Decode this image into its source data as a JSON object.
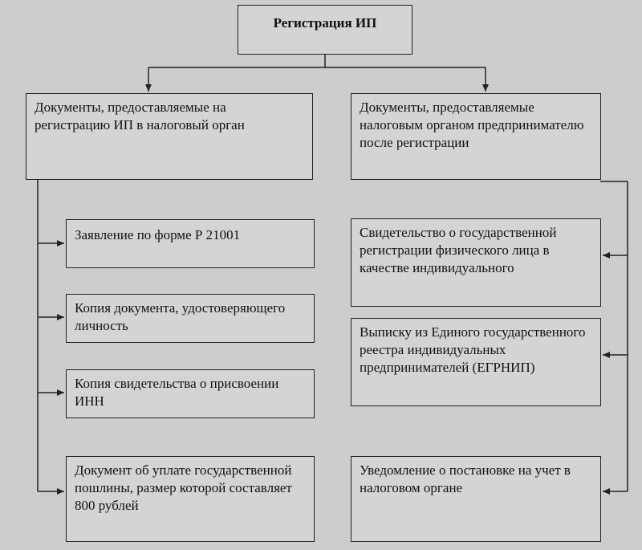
{
  "title": "Регистрация ИП",
  "left_header": "Документы, предоставляемые на регистрацию ИП в налоговый орган",
  "right_header": "Документы, предоставляемые налоговым органом предпринимателю после регистрации",
  "left_items": [
    "Заявление по форме Р 21001",
    "Копия документа, удостоверяющего личность",
    "Копия свидетельства о присвоении ИНН",
    "Документ об уплате государственной пошлины, размер которой составляет 800 рублей"
  ],
  "right_items": [
    "Свидетельство о государственной регистрации физического лица в качестве индивидуального",
    "Выписку из Единого государственного реестра индивидуальных предпринимателей (ЕГРНИП)",
    "Уведомление о постановке на учет в налоговом органе"
  ],
  "colors": {
    "background": "#cdcdcd",
    "box": "#d4d4d4",
    "line": "#222222"
  }
}
